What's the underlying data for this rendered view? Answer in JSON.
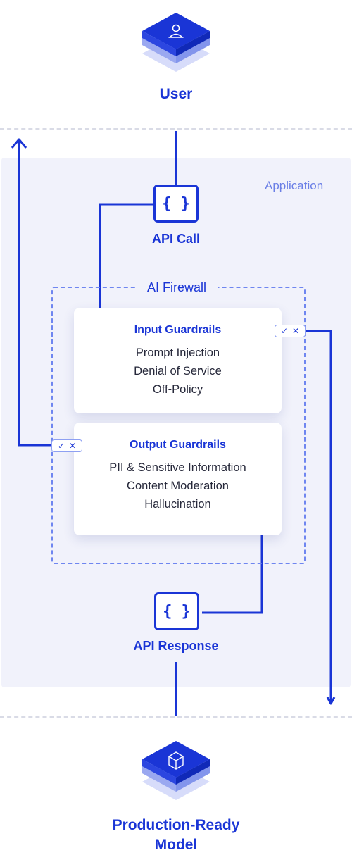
{
  "user": {
    "label": "User",
    "icon": "user-icon"
  },
  "application": {
    "label": "Application"
  },
  "api_call": {
    "label": "API Call",
    "glyph": "{ }"
  },
  "firewall": {
    "title": "AI Firewall",
    "input": {
      "title": "Input Guardrails",
      "items": [
        "Prompt Injection",
        "Denial of Service",
        "Off-Policy"
      ]
    },
    "output": {
      "title": "Output Guardrails",
      "items": [
        "PII & Sensitive Information",
        "Content Moderation",
        "Hallucination"
      ]
    }
  },
  "api_response": {
    "label": "API Response",
    "glyph": "{ }"
  },
  "model": {
    "label_line1": "Production-Ready",
    "label_line2": "Model",
    "icon": "cube-icon"
  },
  "badges": {
    "check": "✓",
    "cross": "✕"
  },
  "colors": {
    "accent": "#1a35d6",
    "panel": "#f1f2fb",
    "dash": "#6f86f0"
  }
}
